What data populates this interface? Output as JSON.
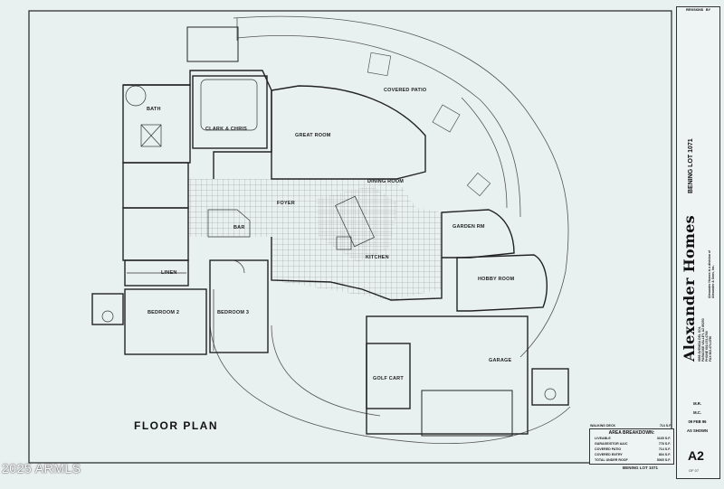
{
  "drawing": {
    "title": "FLOOR PLAN",
    "watermark": "2025 ARMLS",
    "bottom_label": "BENING LOT 1071"
  },
  "rooms": {
    "bath": "BATH",
    "closet": "CLARK & CHRIS",
    "covered_patio": "COVERED PATIO",
    "great_room": "GREAT ROOM",
    "dining_room": "DINING ROOM",
    "foyer": "FOYER",
    "bar": "BAR",
    "garden_rm": "GARDEN RM",
    "kitchen": "KITCHEN",
    "linen": "LINEN",
    "hobby_room": "HOBBY ROOM",
    "bedroom2": "BEDROOM 2",
    "bedroom3": "BEDROOM 3",
    "golf_cart": "GOLF CART",
    "garage": "GARAGE"
  },
  "area_breakdown": {
    "walking_deck_label": "WALKING DECK",
    "walking_deck_value": "714 S.F.",
    "title": "AREA BREAKDOWN:",
    "rows": [
      {
        "label": "LIVEABLE",
        "value": "3165 S.F."
      },
      {
        "label": "GARAGE/STOR &A/C",
        "value": "778 S.F."
      },
      {
        "label": "COVERED PATIO",
        "value": "714 S.F."
      },
      {
        "label": "COVERED ENTRY",
        "value": "804 S.F."
      },
      {
        "label": "TOTAL UNDER ROOF",
        "value": "5365 S.F."
      }
    ]
  },
  "title_block": {
    "revisions_label": "REVISIONS",
    "by_label": "BY",
    "lot_name": "BENING LOT 1071",
    "brand_name": "Alexander Homes",
    "division_line1": "Alexander Homes is a division of",
    "division_line2": "Alexander & Sons, Inc.",
    "address_line1": "6856 AVENIDA DEL SOL",
    "address_line2": "PARADISE VALLEY, AZ 85253",
    "phone_line1": "PHONE 602.474.4700",
    "phone_line2": "FAX 602.474.4750",
    "drawn_value": "M.R.",
    "checked_value": "M.C.",
    "date_value": "09 FEB 96",
    "scale_value": "AS SHOWN",
    "sheet_number": "A2",
    "sheet_of": "OF 07"
  },
  "colors": {
    "paper": "#e9f1f0",
    "ink": "#222222"
  }
}
